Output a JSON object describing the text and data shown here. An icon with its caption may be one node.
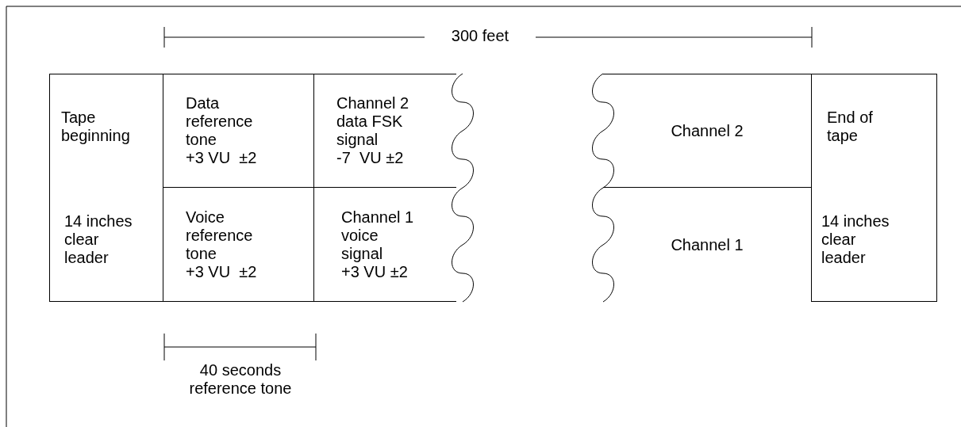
{
  "diagram": {
    "nodes": [
      {
        "text": [
          "Tape beginning",
          "14 inches clear leader"
        ]
      },
      {
        "text": [
          "Data reference tone",
          "+3 VU  ±2"
        ]
      },
      {
        "text": [
          "Voice reference tone",
          "+3 VU  ±2"
        ]
      },
      {
        "text": [
          "Channel 2 data FSK signal",
          "-7  VU ±2"
        ]
      },
      {
        "text": [
          "Channel 1 voice signal",
          "+3 VU ±2"
        ]
      },
      {
        "text": [
          "Channel 2"
        ]
      },
      {
        "text": [
          "Channel 1"
        ]
      },
      {
        "text": [
          "End of tape",
          "14 inches clear leader"
        ]
      }
    ],
    "edges": [],
    "labels": [
      "300 feet",
      "40 seconds reference tone"
    ]
  }
}
